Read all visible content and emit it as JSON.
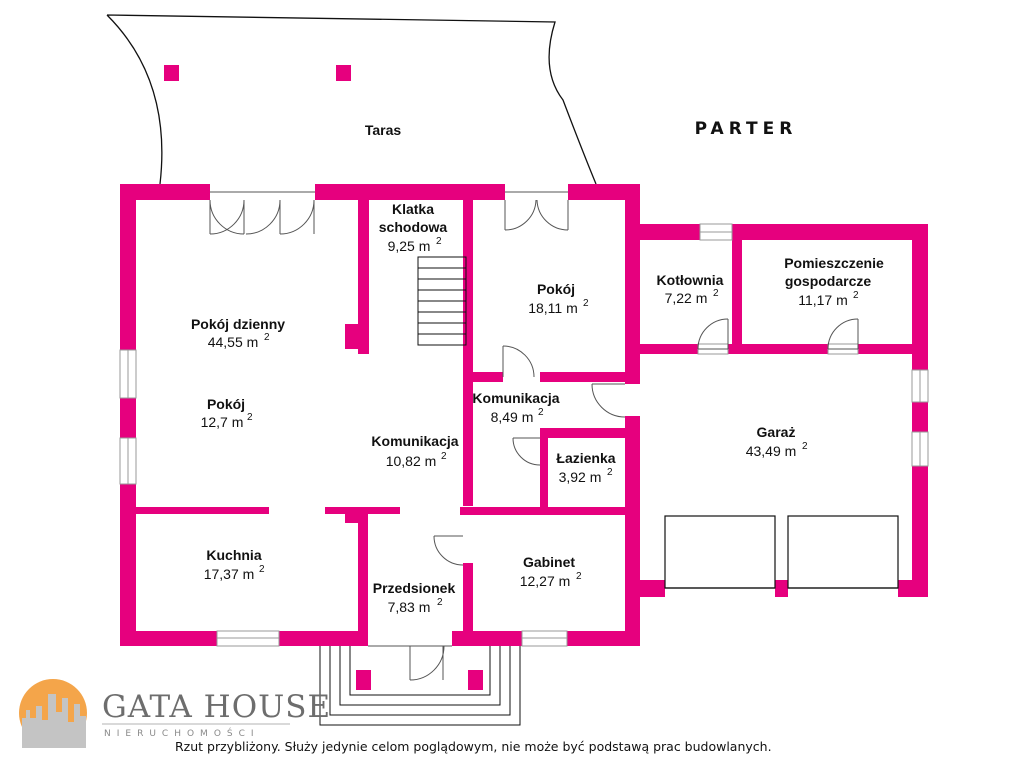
{
  "title": "PARTER",
  "wall_color": "#e6007e",
  "outline_color": "#111111",
  "rooms": {
    "taras": {
      "name": "Taras"
    },
    "klatka": {
      "name_line1": "Klatka",
      "name_line2": "schodowa",
      "area": "9,25 m",
      "unit_sup": "2"
    },
    "pokoj_dzienny": {
      "name": "Pokój dzienny",
      "area": "44,55 m",
      "unit_sup": "2"
    },
    "pokoj_small": {
      "name": "Pokój",
      "area": "12,7 m",
      "unit_sup": "2"
    },
    "pokoj_top": {
      "name": "Pokój",
      "area": "18,11 m",
      "unit_sup": "2"
    },
    "kotlownia": {
      "name": "Kotłownia",
      "area": "7,22 m",
      "unit_sup": "2"
    },
    "pomieszczenie": {
      "name_line1": "Pomieszczenie",
      "name_line2": "gospodarcze",
      "area": "11,17 m",
      "unit_sup": "2"
    },
    "komunikacja_upper": {
      "name": "Komunikacja",
      "area": "8,49 m",
      "unit_sup": "2"
    },
    "komunikacja_lower": {
      "name": "Komunikacja",
      "area": "10,82 m",
      "unit_sup": "2"
    },
    "lazienka": {
      "name": "Łazienka",
      "area": "3,92 m",
      "unit_sup": "2"
    },
    "garaz": {
      "name": "Garaż",
      "area": "43,49 m",
      "unit_sup": "2"
    },
    "kuchnia": {
      "name": "Kuchnia",
      "area": "17,37 m",
      "unit_sup": "2"
    },
    "przedsionek": {
      "name": "Przedsionek",
      "area": "7,83 m",
      "unit_sup": "2"
    },
    "gabinet": {
      "name": "Gabinet",
      "area": "12,27 m",
      "unit_sup": "2"
    }
  },
  "brand": {
    "name": "GATA HOUSE",
    "tagline": "NIERUCHOMOŚCI",
    "logo_colors": [
      "#f4a54a",
      "#c4c4c4"
    ],
    "logo_icon": "city-skyline-sun-icon"
  },
  "disclaimer": "Rzut przybliżony. Służy jedynie celom poglądowym, nie może być podstawą prac budowlanych."
}
